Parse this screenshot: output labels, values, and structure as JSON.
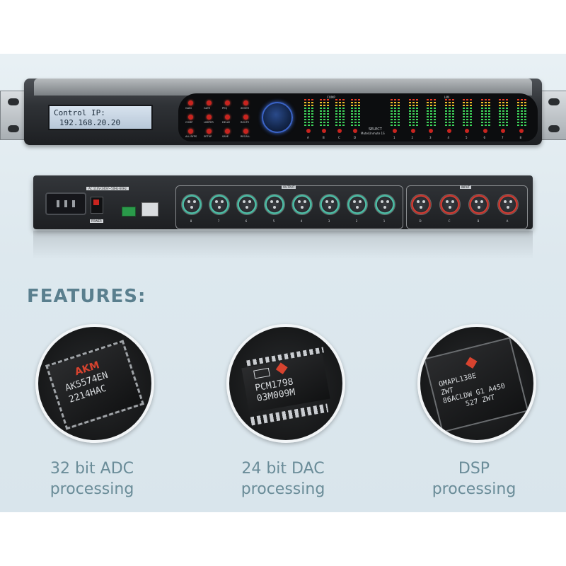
{
  "device": {
    "lcd_line1": "Control IP:",
    "lcd_line2": "192.168.20.20",
    "front_buttons": [
      "GAIN",
      "GATE",
      "PEQ",
      "XOVER",
      "COMP",
      "LIMITER",
      "DELAY",
      "ROUTE",
      "ALL BYPS",
      "SETUP",
      "SAVE",
      "RECALL"
    ],
    "meter_headers": {
      "inputs": "COMP",
      "outputs": "LIM"
    },
    "input_channels": [
      "A",
      "B",
      "C",
      "D"
    ],
    "output_channels": [
      "1",
      "2",
      "3",
      "4",
      "5",
      "6",
      "7",
      "8"
    ],
    "select_label": "SELECT",
    "select_sublabel": "Mute/Unmute 1S",
    "rear": {
      "power_spec": "AC 110V-240V~50Hz-60Hz",
      "power_label": "POWER",
      "output_label": "OUTPUT",
      "input_label": "INPUT",
      "output_channels": [
        "8",
        "7",
        "6",
        "5",
        "4",
        "3",
        "2",
        "1"
      ],
      "input_channels": [
        "D",
        "C",
        "B",
        "A"
      ]
    }
  },
  "features": {
    "heading": "FEATURES:",
    "items": [
      {
        "chip_lines": [
          "AKM",
          "AK5574EN",
          "2214HAC"
        ],
        "caption_line1": "32 bit ADC",
        "caption_line2": "processing"
      },
      {
        "chip_lines": [
          "PCM1798",
          "03M009M"
        ],
        "caption_line1": "24 bit DAC",
        "caption_line2": "processing"
      },
      {
        "chip_lines": [
          "OMAPL138E",
          "ZWT",
          "86ACLDW G1 A450",
          "527 ZWT"
        ],
        "caption_line1": "DSP",
        "caption_line2": "processing"
      }
    ]
  },
  "colors": {
    "heading": "#5a7f8e",
    "caption": "#6a8c98",
    "knob_ring": "#3b64c8",
    "indicator_red": "#c9241f",
    "output_xlr_ring": "#5ac8b2",
    "input_xlr_ring": "#d8453c"
  }
}
